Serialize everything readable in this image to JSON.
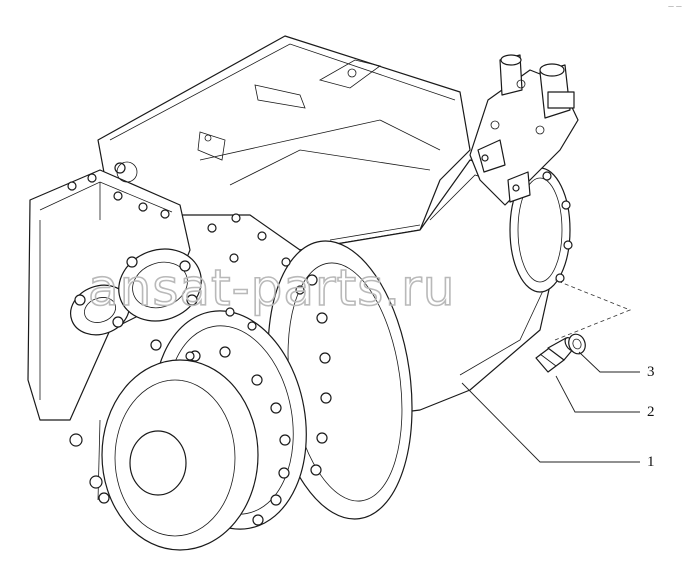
{
  "diagram": {
    "watermark": "ansat-parts.ru",
    "corner_mark": "— —",
    "callouts": [
      {
        "number": "1",
        "part": "transmission-assembly"
      },
      {
        "number": "2",
        "part": "bolt"
      },
      {
        "number": "3",
        "part": "washer"
      }
    ]
  }
}
